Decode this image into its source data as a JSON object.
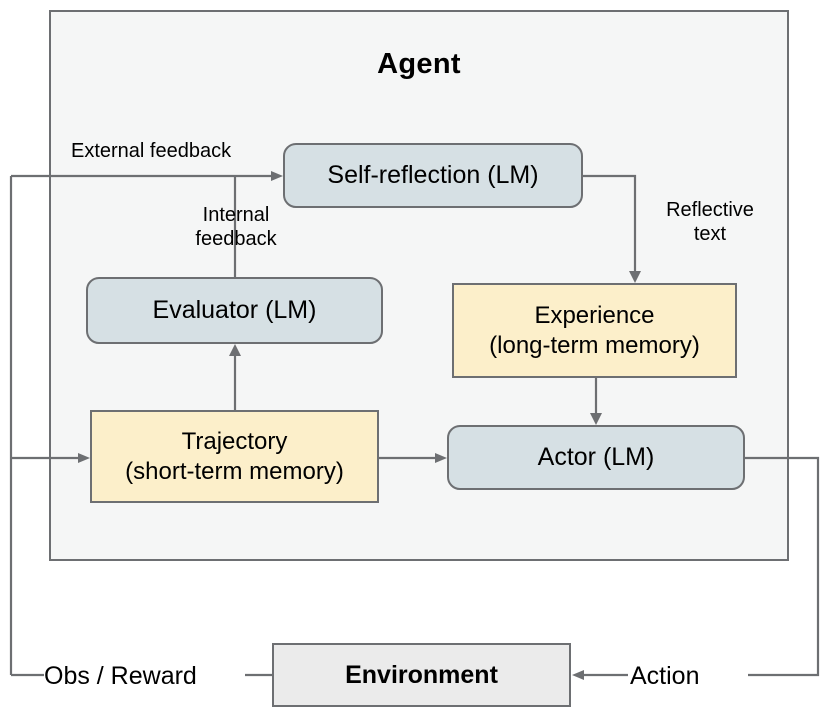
{
  "diagram": {
    "title": "Agent",
    "panel_label": "Agent"
  },
  "nodes": {
    "self_reflection": {
      "label": "Self-reflection (LM)",
      "fill": "#d6e0e4",
      "shape": "rounded"
    },
    "evaluator": {
      "label": "Evaluator (LM)",
      "fill": "#d6e0e4",
      "shape": "rounded"
    },
    "experience": {
      "line1": "Experience",
      "line2": "(long-term memory)",
      "fill": "#fcefca",
      "shape": "rect"
    },
    "trajectory": {
      "line1": "Trajectory",
      "line2": "(short-term memory)",
      "fill": "#fcefca",
      "shape": "rect"
    },
    "actor": {
      "label": "Actor (LM)",
      "fill": "#d6e0e4",
      "shape": "rounded"
    },
    "environment": {
      "label": "Environment",
      "fill": "#ebebeb",
      "shape": "rect"
    }
  },
  "edge_labels": {
    "external_feedback": "External feedback",
    "internal_feedback": "Internal\nfeedback",
    "reflective_text": "Reflective\ntext",
    "obs_reward": "Obs / Reward",
    "action": "Action"
  },
  "colors": {
    "panel_fill": "#f5f6f6",
    "stroke": "#6d6f72",
    "blue_node": "#d6e0e4",
    "yellow_node": "#fcefca",
    "gray_node": "#ebebeb",
    "text": "#000000"
  }
}
